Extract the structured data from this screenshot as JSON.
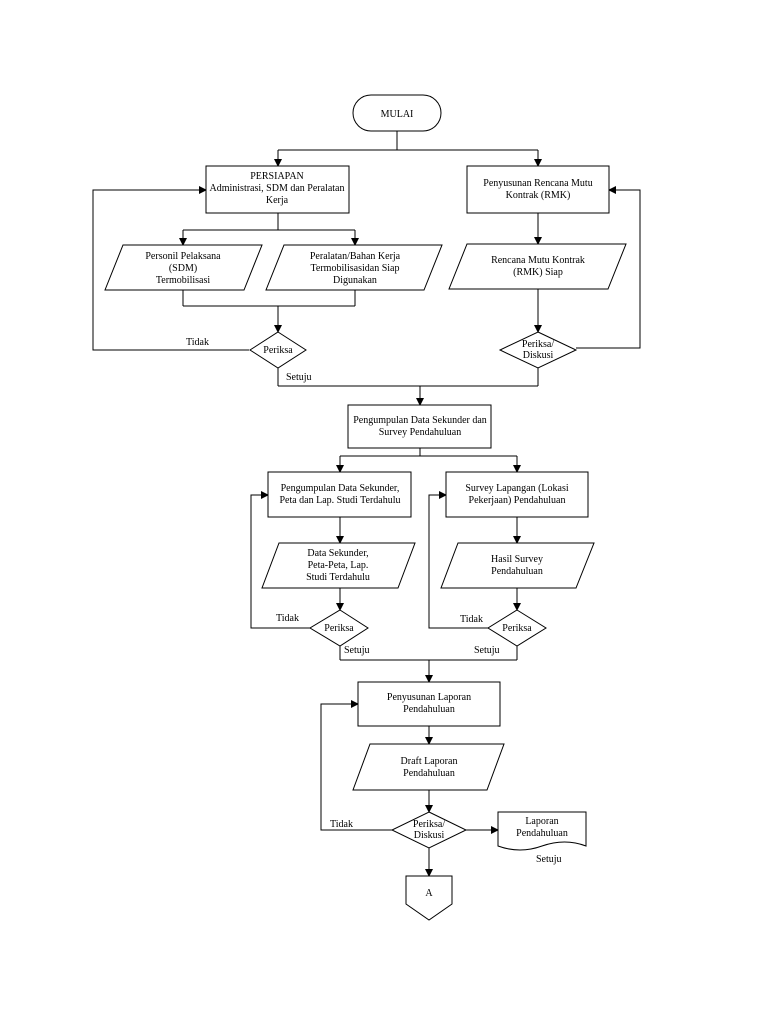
{
  "start": "MULAI",
  "persiapan": {
    "title": "PERSIAPAN",
    "line1": "Administrasi, SDM dan Peralatan",
    "line2": "Kerja"
  },
  "rmk": {
    "line1": "Penyusunan Rencana Mutu",
    "line2": "Kontrak (RMK)"
  },
  "personil": {
    "line1": "Personil Pelaksana",
    "line2": "(SDM)",
    "line3": "Termobilisasi"
  },
  "peralatan": {
    "line1": "Peralatan/Bahan Kerja",
    "line2": "Termobilisasidan Siap",
    "line3": "Digunakan"
  },
  "rmk_siap": {
    "line1": "Rencana Mutu Kontrak",
    "line2": "(RMK) Siap"
  },
  "periksa1": "Periksa",
  "periksa_diskusi1": {
    "line1": "Periksa/",
    "line2": "Diskusi"
  },
  "labels": {
    "tidak1": "Tidak",
    "setuju1": "Setuju",
    "tidak2": "Tidak",
    "setuju2": "Setuju",
    "tidak3": "Tidak",
    "setuju3": "Setuju",
    "tidak4": "Tidak",
    "setuju4": "Setuju"
  },
  "pengumpulan_survey": {
    "line1": "Pengumpulan Data Sekunder dan",
    "line2": "Survey Pendahuluan"
  },
  "pengumpulan_data": {
    "line1": "Pengumpulan Data Sekunder,",
    "line2": "Peta dan Lap. Studi Terdahulu"
  },
  "survey_lapangan": {
    "line1": "Survey Lapangan (Lokasi",
    "line2": "Pekerjaan) Pendahuluan"
  },
  "data_sekunder": {
    "line1": "Data Sekunder,",
    "line2": "Peta-Peta, Lap.",
    "line3": "Studi Terdahulu"
  },
  "hasil_survey": {
    "line1": "Hasil Survey",
    "line2": "Pendahuluan"
  },
  "periksa2": "Periksa",
  "periksa3": "Periksa",
  "penyusunan_laporan": {
    "line1": "Penyusunan Laporan",
    "line2": "Pendahuluan"
  },
  "draft_laporan": {
    "line1": "Draft Laporan",
    "line2": "Pendahuluan"
  },
  "periksa_diskusi2": {
    "line1": "Periksa/",
    "line2": "Diskusi"
  },
  "laporan_pendahuluan": {
    "line1": "Laporan",
    "line2": "Pendahuluan"
  },
  "connector": "A"
}
